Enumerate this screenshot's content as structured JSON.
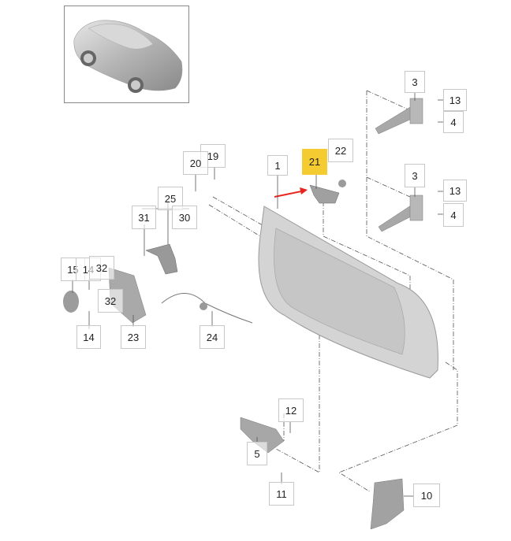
{
  "diagram": {
    "title": "Porsche 911 door assembly parts diagram",
    "highlight_color": "#F5CB32",
    "highlighted_part": "21",
    "arrow_color": "#E8241C",
    "thumbnail": "car-thumbnail",
    "labels": [
      {
        "id": "1",
        "text": "1"
      },
      {
        "id": "3a",
        "text": "3"
      },
      {
        "id": "13a",
        "text": "13"
      },
      {
        "id": "4a",
        "text": "4"
      },
      {
        "id": "3b",
        "text": "3"
      },
      {
        "id": "13b",
        "text": "13"
      },
      {
        "id": "4b",
        "text": "4"
      },
      {
        "id": "19",
        "text": "19"
      },
      {
        "id": "20",
        "text": "20"
      },
      {
        "id": "21",
        "text": "21"
      },
      {
        "id": "22",
        "text": "22"
      },
      {
        "id": "25",
        "text": "25"
      },
      {
        "id": "31",
        "text": "31"
      },
      {
        "id": "30",
        "text": "30"
      },
      {
        "id": "15",
        "text": "15"
      },
      {
        "id": "14a",
        "text": "14"
      },
      {
        "id": "32a",
        "text": "32"
      },
      {
        "id": "32b",
        "text": "32"
      },
      {
        "id": "14b",
        "text": "14"
      },
      {
        "id": "23",
        "text": "23"
      },
      {
        "id": "24",
        "text": "24"
      },
      {
        "id": "12",
        "text": "12"
      },
      {
        "id": "5",
        "text": "5"
      },
      {
        "id": "11",
        "text": "11"
      },
      {
        "id": "10",
        "text": "10"
      }
    ]
  }
}
